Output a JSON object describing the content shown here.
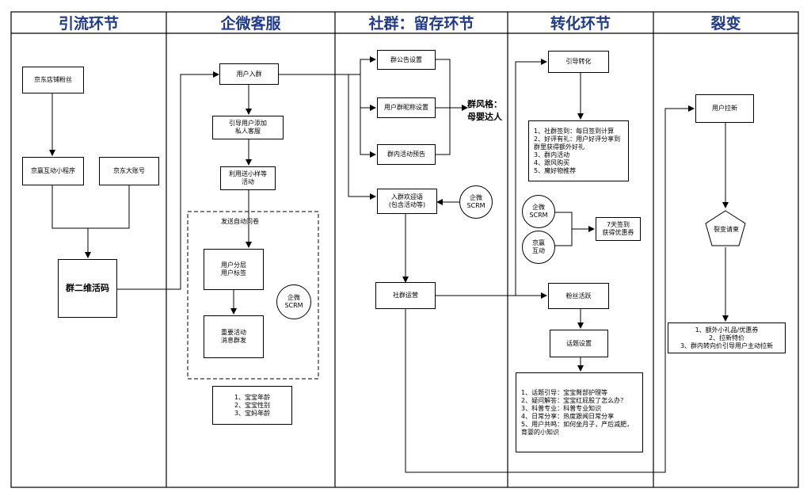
{
  "columns": [
    {
      "title": "引流环节"
    },
    {
      "title": "企微客服"
    },
    {
      "title": "社群：留存环节"
    },
    {
      "title": "转化环节"
    },
    {
      "title": "裂变"
    }
  ],
  "col1": {
    "fans": "京东店铺粉丝",
    "miniprogram": "京赢互动小程序",
    "account": "京东大账号",
    "qrcode": "群二维活码"
  },
  "col2": {
    "join_group": "用户入群",
    "guide_add": "引导用户添加\n私人客服",
    "sample": "利用送小样等\n活动",
    "survey_label": "发送自动问卷",
    "layering": "用户分层\n用户标签",
    "mass_msg": "重要活动\n消息群发",
    "scrm": "企微\nSCRM",
    "info_list": "1、宝宝年龄\n2、宝宝性别\n3、宝妈年龄"
  },
  "col3": {
    "notice": "群公告设置",
    "nickname": "用户群昵称设置",
    "preview": "群内活动预告",
    "style": "群风格：\n母婴达人",
    "welcome": "入群欢迎语\n(包含活动等)",
    "scrm": "企微\nSCRM",
    "operation": "社群运营"
  },
  "col4": {
    "guide_convert": "引导转化",
    "convert_list": "1、社群签到：每日签到计算\n2、好评有礼：用户好评分享到\n群里获得额外好礼\n3、群内活动\n4、跟风购买\n5、魔好物推荐",
    "scrm": "企微\nSCRM",
    "hudong": "京赢\n互动",
    "coupon": "7天签到\n获得优惠券",
    "active": "粉丝活跃",
    "topic": "话题设置",
    "topic_list": "1、话题引导：宝宝臀部护理等\n2、疑问解答：宝宝红屁股了怎么办？\n3、科普专业：科普专业知识\n4、日常分享：热度跟闻日常分享\n5、用户共鸣：如何坐月子，产后减肥，\n育婴的小知识"
  },
  "col5": {
    "referral": "用户拉新",
    "invite": "裂变请柬",
    "reward_list": "1、额外小礼品/优惠券\n2、拉新特价\n3、群内转向价引导用户主动拉新"
  },
  "colors": {
    "header": "#1f3a8a",
    "line": "#000000"
  }
}
